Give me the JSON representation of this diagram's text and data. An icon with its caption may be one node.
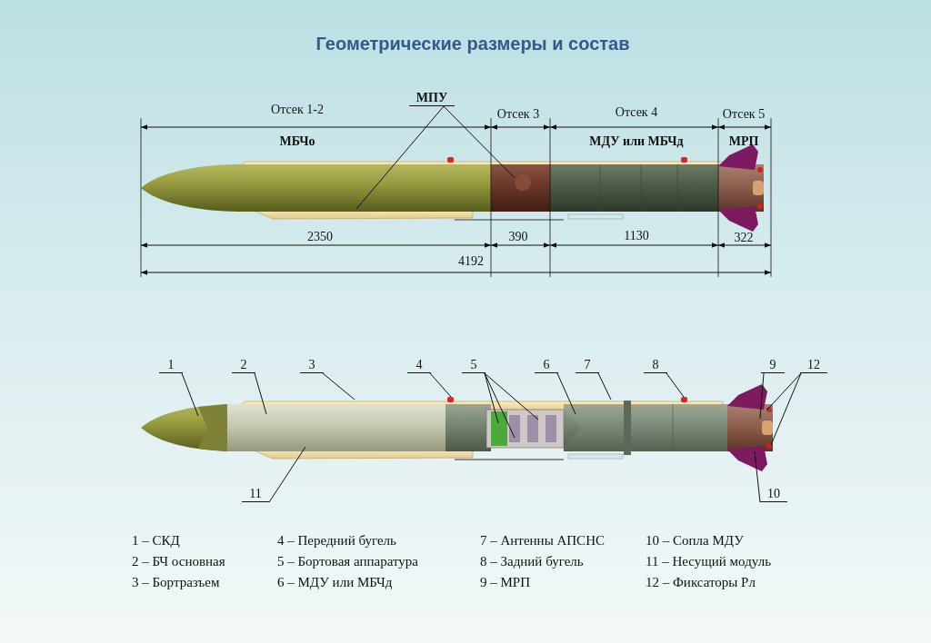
{
  "diagram": {
    "title": "Геометрические размеры и состав",
    "nodes": [
      {
        "text": [
          "МПУ"
        ]
      },
      {
        "text": [
          "1"
        ]
      },
      {
        "text": [
          "2"
        ]
      },
      {
        "text": [
          "3"
        ]
      },
      {
        "text": [
          "4"
        ]
      },
      {
        "text": [
          "5"
        ]
      },
      {
        "text": [
          "6"
        ]
      },
      {
        "text": [
          "7"
        ]
      },
      {
        "text": [
          "8"
        ]
      },
      {
        "text": [
          "9"
        ]
      },
      {
        "text": [
          "10"
        ]
      },
      {
        "text": [
          "11"
        ]
      },
      {
        "text": [
          "12"
        ]
      }
    ],
    "edges": [
      {
        "from": 0,
        "to": null,
        "arrow": "none"
      },
      {
        "from": 0,
        "to": null,
        "arrow": "none"
      },
      {
        "from": 1,
        "to": null,
        "arrow": "none"
      },
      {
        "from": 2,
        "to": null,
        "arrow": "none"
      },
      {
        "from": 3,
        "to": null,
        "arrow": "none"
      },
      {
        "from": 4,
        "to": null,
        "arrow": "none"
      },
      {
        "from": 5,
        "to": null,
        "arrow": "none"
      },
      {
        "from": 5,
        "to": null,
        "arrow": "none"
      },
      {
        "from": 5,
        "to": null,
        "arrow": "none"
      },
      {
        "from": 6,
        "to": null,
        "arrow": "none"
      },
      {
        "from": 7,
        "to": null,
        "arrow": "none"
      },
      {
        "from": 8,
        "to": null,
        "arrow": "none"
      },
      {
        "from": 9,
        "to": null,
        "arrow": "none"
      },
      {
        "from": 10,
        "to": null,
        "arrow": "none"
      },
      {
        "from": 11,
        "to": null,
        "arrow": "none"
      },
      {
        "from": 12,
        "to": null,
        "arrow": "none"
      },
      {
        "from": 12,
        "to": null,
        "arrow": "none"
      }
    ],
    "labels": [
      "Отсек 1-2",
      "Отсек 3",
      "Отсек 4",
      "Отсек 5",
      "МБЧо",
      "МДУ или МБЧд",
      "МРП",
      "2350",
      "390",
      "1130",
      "322",
      "4192",
      "1 – СКД",
      "4 – Передний бугель",
      "7 – Антенны АПСНС",
      "10 – Сопла МДУ",
      "2 – БЧ основная",
      "5 – Бортовая аппаратура",
      "8 – Задний бугель",
      "11 – Несущий модуль",
      "3 – Бортразъем",
      "6 – МДУ или МБЧд",
      "9 – МРП",
      "12 – Фиксаторы Рл"
    ]
  }
}
